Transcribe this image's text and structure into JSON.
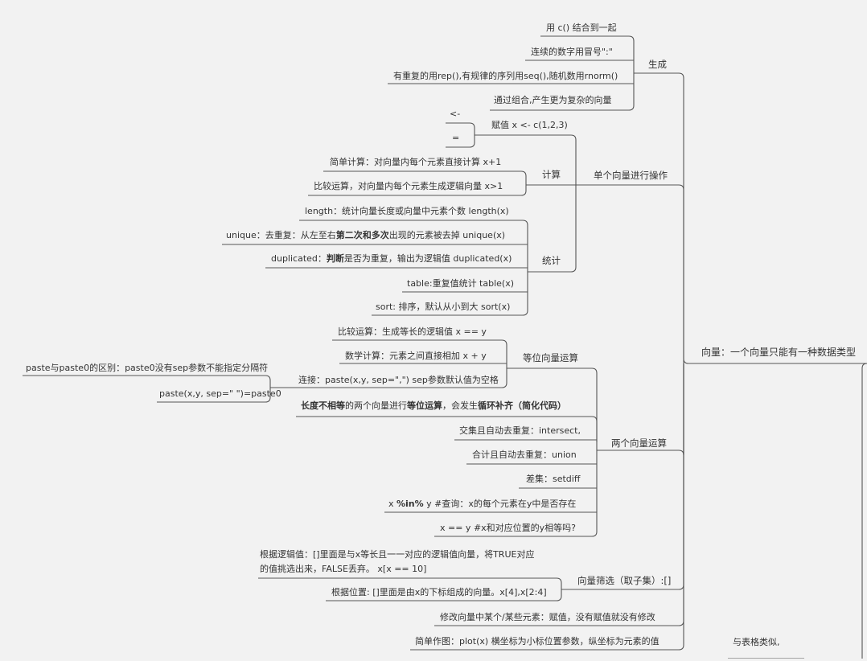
{
  "root": {
    "label": "向量：一个向量只能有一种数据类型"
  },
  "branches": {
    "generate": {
      "label": "生成",
      "items": [
        "用 c() 结合到一起",
        "连续的数字用冒号\":\"",
        "有重复的用rep(),有规律的序列用seq(),随机数用rnorm()",
        "通过组合,产生更为复杂的向量"
      ]
    },
    "single": {
      "label": "单个向量进行操作",
      "assign": {
        "label": "赋值 x <- c(1,2,3)",
        "ops": [
          "<-",
          "="
        ]
      },
      "compute": {
        "label": "计算",
        "items": [
          "简单计算：对向量内每个元素直接计算 x+1",
          "比较运算，对向量内每个元素生成逻辑向量 x>1"
        ]
      },
      "stats": {
        "label": "统计",
        "length": "length：统计向量长度或向量中元素个数 length(x)",
        "unique": {
          "a": "unique：去重复：从左至右",
          "b": "第二次和多次",
          "c": "出现的元素被去掉 unique(x)"
        },
        "duplicated": {
          "a": "duplicated：",
          "b": "判断",
          "c": "是否为重复，输出为逻辑值 duplicated(x)"
        },
        "table": "table:重复值统计 table(x)",
        "sort": "sort: 排序，默认从小到大 sort(x)"
      }
    },
    "two": {
      "label": "两个向量运算",
      "equal": {
        "label": "等位向量运算",
        "compare": "比较运算：生成等长的逻辑值 x == y",
        "math": "数学计算：元素之间直接相加 x + y",
        "paste": {
          "label": "连接：paste(x,y, sep=\",\") sep参数默认值为空格",
          "diff": "paste与paste0的区别：paste0没有sep参数不能指定分隔符",
          "eq": "paste(x,y, sep=\" \")=paste0"
        }
      },
      "recycle": {
        "a": "长度不相等",
        "b": "的两个向量进行",
        "c": "等位运算",
        "d": "，会发生",
        "e": "循环补齐（简化代码）"
      },
      "intersect": "交集且自动去重复：intersect,",
      "union": "合计且自动去重复：union",
      "setdiff": "差集：setdiff",
      "in": {
        "a": "x ",
        "b": "%in%",
        "c": " y   #查询：x的每个元素在y中是否存在"
      },
      "eq": "x  == y #x和对应位置的y相等吗?"
    },
    "filter": {
      "label": "向量筛选（取子集）:[]",
      "logical_1": "根据逻辑值：[]里面是与x等长且一一对应的逻辑值向量，将TRUE对应",
      "logical_2": "的值挑选出来，FALSE丢弃。  x[x == 10]",
      "position": "根据位置: []里面是由x的下标组成的向量。x[4],x[2:4]"
    },
    "modify": {
      "label": "修改向量中某个/某些元素：赋值，没有赋值就没有修改"
    },
    "plot": {
      "label": "简单作图：plot(x) 横坐标为小标位置参数，纵坐标为元素的值"
    }
  },
  "side": {
    "label": "与表格类似,"
  }
}
